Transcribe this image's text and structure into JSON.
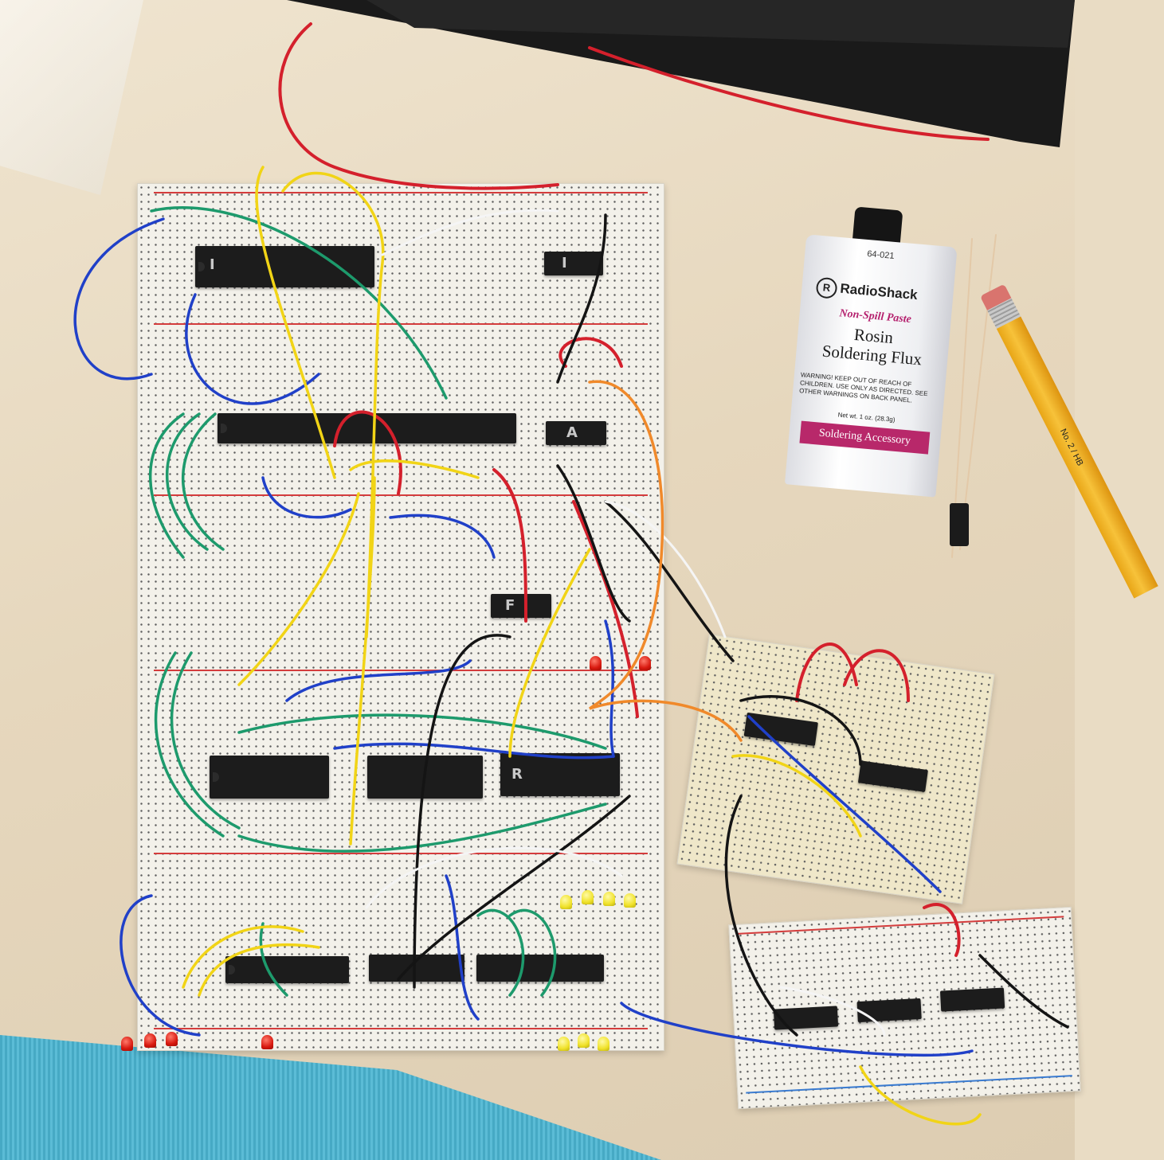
{
  "scene": {
    "subject": "breadboard-computer",
    "objects": [
      "laptop",
      "plastic-bag",
      "main-breadboard",
      "perfboard",
      "second-breadboard",
      "flux-tube",
      "wires",
      "pencil",
      "towel"
    ]
  },
  "flux_tube": {
    "code": "64-021",
    "brand_mark": "R",
    "brand": "RadioShack",
    "subtitle": "Non-Spill Paste",
    "title_line1": "Rosin",
    "title_line2": "Soldering Flux",
    "warning": "WARNING! KEEP OUT OF REACH OF CHILDREN. USE ONLY AS DIRECTED. SEE OTHER WARNINGS ON BACK PANEL.",
    "weight": "Net wt. 1 oz. (28.3g)",
    "banner": "Soldering Accessory"
  },
  "pencil": {
    "text": "No. 2 / HB"
  },
  "chip_labels": {
    "chip1": "I",
    "chip2": "I",
    "chip3": "A",
    "chip4": "F",
    "chip5": "R"
  },
  "colors": {
    "board": "#f3f1ea",
    "wire_green": "#1d9a6c",
    "wire_blue": "#2040c8",
    "wire_yellow": "#f1d416",
    "wire_red": "#d4202c",
    "wire_black": "#141414",
    "wire_white": "#f5f5f5",
    "wire_orange": "#f0892a",
    "led_red": "#d8190f",
    "led_yellow": "#f0e22a",
    "towel": "#4fb3cc"
  }
}
